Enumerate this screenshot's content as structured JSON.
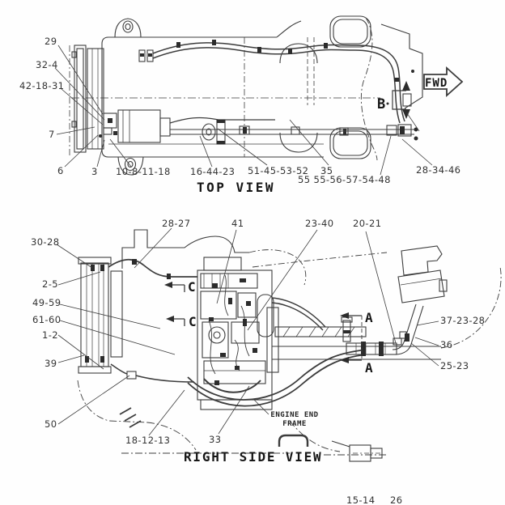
{
  "top_view": {
    "caption": "TOP VIEW",
    "fwd_arrow_label": "FWD",
    "section_b_label": "B",
    "callouts": {
      "c29": "29",
      "c32_4": "32-4",
      "c42_18_31": "42-18-31",
      "c7": "7",
      "c6": "6",
      "c3": "3",
      "c10_8_11_18": "10-8-11-18",
      "c16_44_23": "16-44-23",
      "c51_45_53_52": "51-45-53-52",
      "c35": "35",
      "c55_56_57_54_48": "55 55-56-57-54-48",
      "c28_34_46": "28-34-46"
    }
  },
  "side_view": {
    "caption": "RIGHT SIDE VIEW",
    "section_a_label": "A",
    "section_c_label": "C",
    "engine_end_frame": {
      "line1": "ENGINE END",
      "line2": "FRAME"
    },
    "callouts": {
      "c28_27": "28-27",
      "c41": "41",
      "c23_40": "23-40",
      "c20_21": "20-21",
      "c30_28": "30-28",
      "c2_5": "2-5",
      "c49_59": "49-59",
      "c61_60": "61-60",
      "c1_2": "1-2",
      "c39": "39",
      "c50": "50",
      "c18_12_13": "18-12-13",
      "c33": "33",
      "c37_23_28": "37-23-28",
      "c36": "36",
      "c25_23": "25-23"
    }
  },
  "bottom_edge": {
    "partial_left": "15-14",
    "partial_right": "26"
  }
}
